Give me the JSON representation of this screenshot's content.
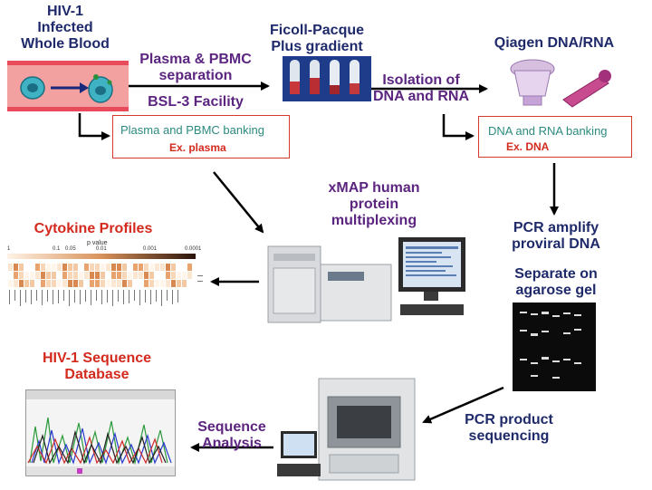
{
  "labels": {
    "hiv_blood": [
      "HIV-1",
      "Infected",
      "Whole Blood"
    ],
    "plasma_sep": [
      "Plasma & PBMC",
      "separation"
    ],
    "bsl3": "BSL-3 Facility",
    "ficoll": [
      "Ficoll-Pacque",
      "Plus gradient"
    ],
    "isolation": [
      "Isolation of",
      "DNA and RNA"
    ],
    "qiagen": "Qiagen DNA/RNA",
    "xmap": [
      "xMAP human",
      "protein",
      "multiplexing"
    ],
    "cytokine": "Cytokine Profiles",
    "pcr_amplify": [
      "PCR amplify",
      "proviral DNA"
    ],
    "separate_gel": [
      "Separate on",
      "agarose gel"
    ],
    "pcr_seq": [
      "PCR product",
      "sequencing"
    ],
    "seq_analysis": [
      "Sequence",
      "Analysis"
    ],
    "hiv_db": [
      "HIV-1 Sequence",
      "Database"
    ]
  },
  "boxes": {
    "plasma_banking": {
      "line1": "Plasma and PBMC banking",
      "line2": "Ex. plasma"
    },
    "dna_banking": {
      "line1": "DNA and RNA banking",
      "line2": "Ex. DNA"
    }
  },
  "heatmap": {
    "scale_label": "p value",
    "ticks": [
      "1",
      "0.1",
      "0.05",
      "0.01",
      "0.001",
      "0.0001"
    ]
  },
  "colors": {
    "navy": "#1f2a6b",
    "purple": "#5b2580",
    "red": "#d42a1e",
    "teal": "#2c8a7e",
    "box_border": "#d43a2e"
  }
}
